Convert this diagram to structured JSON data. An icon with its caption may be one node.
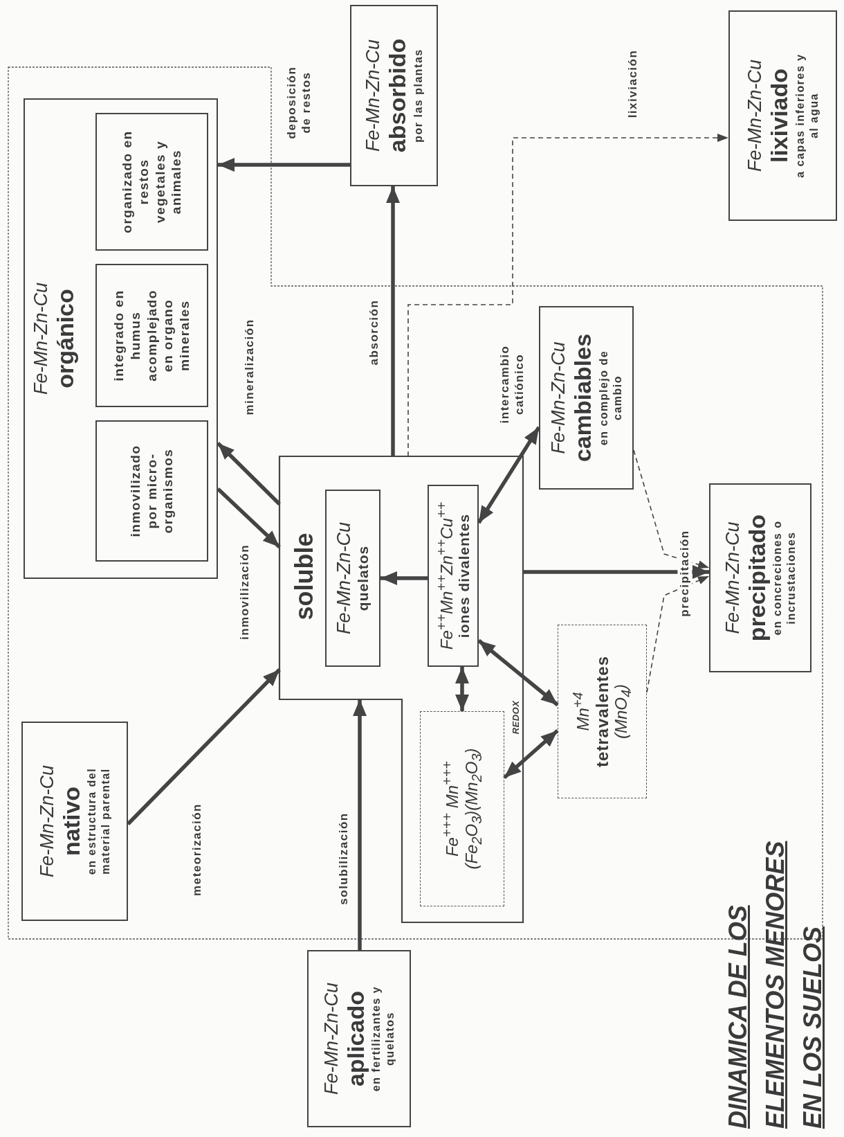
{
  "diagram": {
    "title": "DINAMICA DE LOS ELEMENTOS MENORES EN LOS SUELOS",
    "nodes": [
      {
        "text": [
          "Fe-Mn-Zn-Cu",
          "nativo",
          "en estructura del material parental"
        ]
      },
      {
        "text": [
          "Fe-Mn-Zn-Cu",
          "aplicado",
          "en fertilizantes y quelatos"
        ]
      },
      {
        "text": [
          "Fe-Mn-Zn-Cu",
          "orgánico"
        ]
      },
      {
        "text": [
          "inmovilizado por micro-organismos"
        ],
        "in": 2
      },
      {
        "text": [
          "integrado en humus acomplejado en organo minerales"
        ],
        "in": 2
      },
      {
        "text": [
          "organizado en restos vegetales y animales"
        ],
        "in": 2
      },
      {
        "text": [
          "soluble"
        ]
      },
      {
        "text": [
          "Fe-Mn-Zn-Cu",
          "quelatos"
        ],
        "in": 6
      },
      {
        "text": [
          "Fe$^{++}$Mn$^{++}$Zn$^{++}$Cu$^{++}$",
          "iones divalentes"
        ],
        "in": 6
      },
      {
        "text": [
          "Fe$^{+++}$ Mn$^{+++}$",
          "(Fe$_{2}$O$_{3}$)(Mn$_{2}$O$_{3}$)"
        ],
        "in": 6
      },
      {
        "text": [
          "Mn$^{+4}$",
          "tetravalentes",
          "(MnO$_{4}$)"
        ]
      },
      {
        "text": [
          "Fe-Mn-Zn-Cu",
          "cambiables",
          "en complejo de cambio"
        ]
      },
      {
        "text": [
          "Fe-Mn-Zn-Cu",
          "precipitado",
          "en concreciones o incrustaciones"
        ]
      },
      {
        "text": [
          "Fe-Mn-Zn-Cu",
          "absorbido",
          "por las plantas"
        ]
      },
      {
        "text": [
          "Fe-Mn-Zn-Cu",
          "lixiviado",
          "a capas inferiores y al agua"
        ]
      }
    ],
    "edges": [
      {
        "from": 0,
        "to": 6,
        "arrow": "to",
        "label": "meteorización"
      },
      {
        "from": 1,
        "to": 6,
        "arrow": "to",
        "label": "solubilización"
      },
      {
        "from": 6,
        "to": 2,
        "arrow": "to",
        "label": "mineralización"
      },
      {
        "from": 2,
        "to": 6,
        "arrow": "to",
        "label": "inmovilización"
      },
      {
        "from": 6,
        "to": 13,
        "arrow": "to",
        "label": "absorción"
      },
      {
        "from": 13,
        "to": 2,
        "arrow": "to",
        "label": "deposición de restos"
      },
      {
        "from": 6,
        "to": 14,
        "arrow": "to",
        "label": "lixiviación",
        "style": "dashed"
      },
      {
        "from": 8,
        "to": 7,
        "arrow": "to"
      },
      {
        "from": 11,
        "to": 8,
        "arrow": "both",
        "label": "intercambio catiónico"
      },
      {
        "from": 8,
        "to": 9,
        "arrow": "both"
      },
      {
        "from": 8,
        "to": 10,
        "arrow": "both"
      },
      {
        "from": 10,
        "to": 9,
        "arrow": "both",
        "label": "REDOX"
      },
      {
        "from": 6,
        "to": 12,
        "arrow": "to",
        "label": "precipitación"
      },
      {
        "from": 11,
        "to": 12,
        "arrow": "to",
        "style": "dashed"
      },
      {
        "from": 10,
        "to": 12,
        "arrow": "to",
        "style": "dashed"
      }
    ]
  }
}
